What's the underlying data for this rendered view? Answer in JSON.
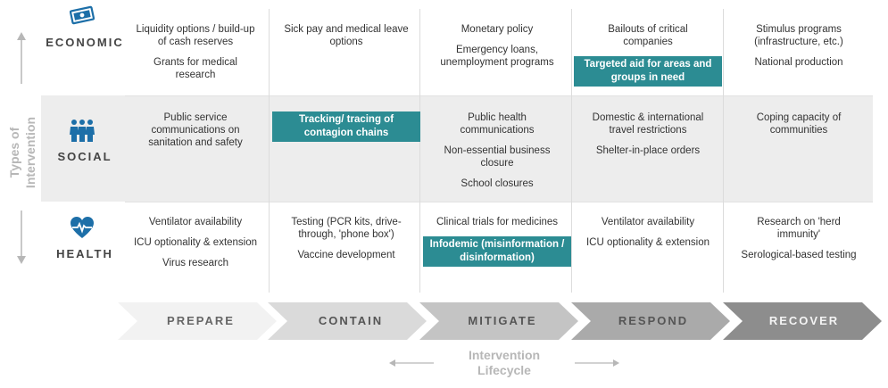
{
  "axis_title": [
    "Types of",
    "Intervention"
  ],
  "rows": [
    {
      "label": "ECONOMIC",
      "icon": "money-icon"
    },
    {
      "label": "SOCIAL",
      "icon": "people-icon"
    },
    {
      "label": "HEALTH",
      "icon": "heart-pulse-icon"
    }
  ],
  "phases": [
    "PREPARE",
    "CONTAIN",
    "MITIGATE",
    "RESPOND",
    "RECOVER"
  ],
  "lifecycle": [
    "Intervention",
    "Lifecycle"
  ],
  "cells": {
    "economic": [
      [
        {
          "t": "Liquidity options / build-up of cash reserves"
        },
        {
          "t": "Grants for medical research"
        }
      ],
      [
        {
          "t": "Sick pay and medical leave options"
        }
      ],
      [
        {
          "t": "Monetary policy"
        },
        {
          "t": "Emergency loans, unemployment programs"
        }
      ],
      [
        {
          "t": "Bailouts of critical companies"
        },
        {
          "t": "Targeted aid for areas and groups in need",
          "hl": true
        }
      ],
      [
        {
          "t": "Stimulus programs (infrastructure, etc.)"
        },
        {
          "t": "National production"
        }
      ]
    ],
    "social": [
      [
        {
          "t": "Public service communications on sanitation and safety"
        }
      ],
      [
        {
          "t": "Tracking/ tracing of contagion chains",
          "hl": true
        }
      ],
      [
        {
          "t": "Public health communications"
        },
        {
          "t": "Non-essential business closure"
        },
        {
          "t": "School closures"
        }
      ],
      [
        {
          "t": "Domestic & international travel restrictions"
        },
        {
          "t": "Shelter-in-place orders"
        }
      ],
      [
        {
          "t": "Coping capacity of communities"
        }
      ]
    ],
    "health": [
      [
        {
          "t": "Ventilator availability"
        },
        {
          "t": "ICU optionality & extension"
        },
        {
          "t": "Virus research"
        }
      ],
      [
        {
          "t": "Testing (PCR kits, drive-through, 'phone box')"
        },
        {
          "t": "Vaccine development"
        }
      ],
      [
        {
          "t": "Clinical trials for medicines"
        },
        {
          "t": "Infodemic (misinformation / disinformation)",
          "hl": true
        }
      ],
      [
        {
          "t": "Ventilator availability"
        },
        {
          "t": "ICU optionality & extension"
        }
      ],
      [
        {
          "t": "Research on 'herd immunity'"
        },
        {
          "t": "Serological-based testing"
        }
      ]
    ]
  },
  "colors": {
    "highlight": "#2c8c93",
    "icon": "#1d6fa8",
    "chevrons": [
      "#f2f2f2",
      "#dadada",
      "#c4c4c4",
      "#aaaaaa",
      "#8d8d8d"
    ],
    "phase_text": [
      "#666666",
      "#555555",
      "#555555",
      "#555555",
      "#f4f4f4"
    ]
  }
}
